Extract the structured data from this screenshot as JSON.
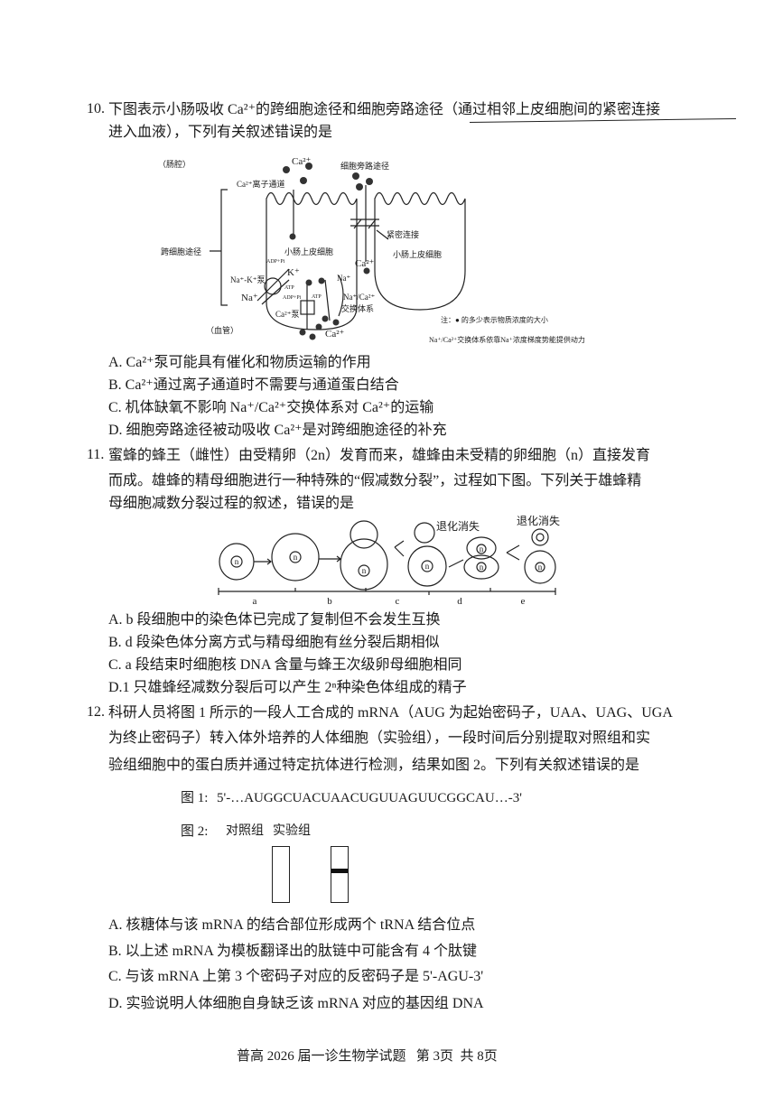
{
  "q10": {
    "number": "10.",
    "stem_line1": "下图表示小肠吸收 Ca²⁺的跨细胞途径和细胞旁路途径（通过相邻上皮细胞间的紧密连接",
    "stem_line2": "进入血液），下列有关叙述错误的是",
    "figure": {
      "lumen": "（肠腔）",
      "ca_top": "Ca²⁺",
      "paracellular": "细胞旁路途径",
      "ca_channel": "Ca²⁺离子通道",
      "transcellular": "跨细胞途径",
      "tight_junction": "紧密连接",
      "cell_left": "小肠上皮细胞",
      "cell_right": "小肠上皮细胞",
      "ca_right": "Ca²⁺",
      "k": "K⁺",
      "adp_pi_top": "ADP+Pi",
      "nak_pump": "Na⁺-K⁺泵",
      "atp1": "ATP",
      "na_left": "Na⁺",
      "adp_pi_bottom": "ADP+Pi",
      "atp2": "ATP",
      "na_right": "Na⁺",
      "exchanger1": "Na⁺/Ca²⁺",
      "exchanger2": "交换体系",
      "ca_pump": "Ca²⁺泵",
      "blood": "（血管）",
      "ca_bottom": "Ca²⁺",
      "note1": "注：● 的多少表示物质浓度的大小",
      "note2": "Na⁺/Ca²⁺交换体系依靠Na⁺浓度梯度势能提供动力"
    },
    "options": [
      "A. Ca²⁺泵可能具有催化和物质运输的作用",
      "B. Ca²⁺通过离子通道时不需要与通道蛋白结合",
      "C. 机体缺氧不影响 Na⁺/Ca²⁺交换体系对 Ca²⁺的运输",
      "D. 细胞旁路途径被动吸收 Ca²⁺是对跨细胞途径的补充"
    ]
  },
  "q11": {
    "number": "11.",
    "stem_line1": "蜜蜂的蜂王（雌性）由受精卵（2n）发育而来，雄蜂由未受精的卵细胞（n）直接发育",
    "stem_line2": "而成。雄蜂的精母细胞进行一种特殊的“假减数分裂”，过程如下图。下列关于雄蜂精",
    "stem_line3": "母细胞减数分裂过程的叙述，错误的是",
    "figure": {
      "nucleus": "n",
      "degenerate1": "退化消失",
      "degenerate2": "退化消失",
      "stages": [
        "a",
        "b",
        "c",
        "d",
        "e"
      ]
    },
    "options": [
      "A. b 段细胞中的染色体已完成了复制但不会发生互换",
      "B. d 段染色体分离方式与精母细胞有丝分裂后期相似",
      "C. a 段结束时细胞核 DNA 含量与蜂王次级卵母细胞相同",
      "D.1 只雄蜂经减数分裂后可以产生 2ⁿ种染色体组成的精子"
    ]
  },
  "q12": {
    "number": "12.",
    "stem_line1": "科研人员将图 1 所示的一段人工合成的 mRNA（AUG 为起始密码子，UAA、UAG、UGA",
    "stem_line2": "为终止密码子）转入体外培养的人体细胞（实验组），一段时间后分别提取对照组和实",
    "stem_line3": "验组细胞中的蛋白质并通过特定抗体进行检测，结果如图 2。下列有关叙述错误的是",
    "fig1_label": "图 1:",
    "fig1_seq": "5'-…AUGGCUACUAACUGUUAGUUCGGCAU…-3'",
    "fig2_label": "图 2:",
    "control": "对照组",
    "experimental": "实验组",
    "options": [
      "A. 核糖体与该 mRNA 的结合部位形成两个 tRNA 结合位点",
      "B. 以上述 mRNA 为模板翻译出的肽链中可能含有 4 个肽键",
      "C. 与该 mRNA 上第 3 个密码子对应的反密码子是  5'-AGU-3'",
      "D. 实验说明人体细胞自身缺乏该 mRNA 对应的基因组 DNA"
    ]
  },
  "footer": "普高 2026 届一诊生物学试题   第 3页  共 8页"
}
